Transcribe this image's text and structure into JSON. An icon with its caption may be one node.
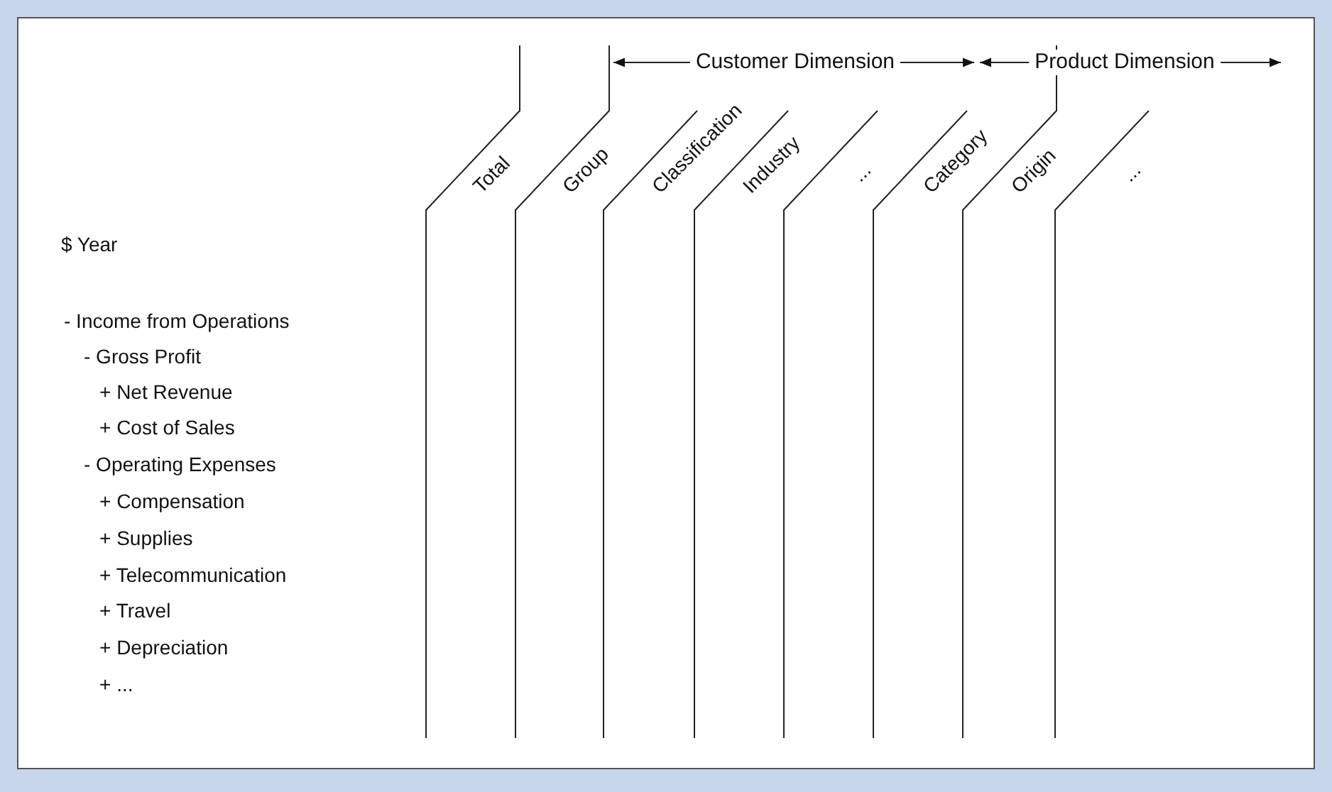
{
  "diagram": {
    "labels": [
      "Customer Dimension",
      "Product Dimension",
      "Total",
      "Group",
      "Classification",
      "Industry",
      "...",
      "Category",
      "Origin",
      "...",
      "$ Year",
      "- Income from Operations",
      "- Gross Profit",
      "+ Net Revenue",
      "+ Cost of Sales",
      "- Operating Expenses",
      "+ Compensation",
      "+ Supplies",
      "+ Telecommunication",
      "+ Travel",
      "+ Depreciation",
      "+ ..."
    ]
  }
}
